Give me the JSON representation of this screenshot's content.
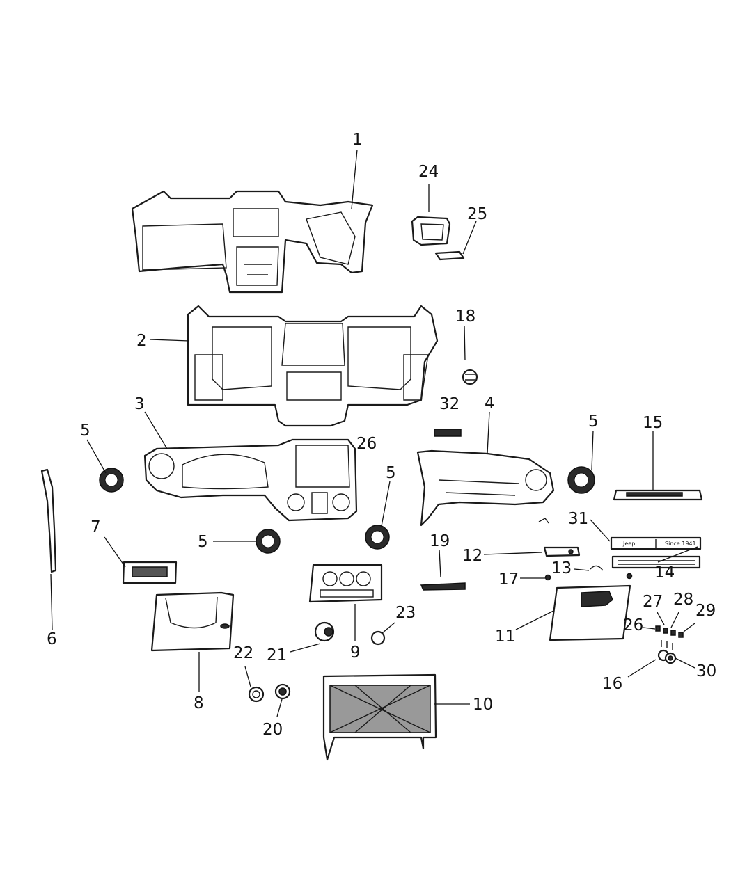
{
  "callouts": [
    {
      "id": "c1",
      "label": "1"
    },
    {
      "id": "c2",
      "label": "2"
    },
    {
      "id": "c3",
      "label": "3"
    },
    {
      "id": "c4",
      "label": "4"
    },
    {
      "id": "c5a",
      "label": "5"
    },
    {
      "id": "c5b",
      "label": "5"
    },
    {
      "id": "c5c",
      "label": "5"
    },
    {
      "id": "c5d",
      "label": "5"
    },
    {
      "id": "c6",
      "label": "6"
    },
    {
      "id": "c7",
      "label": "7"
    },
    {
      "id": "c8",
      "label": "8"
    },
    {
      "id": "c9",
      "label": "9"
    },
    {
      "id": "c10",
      "label": "10"
    },
    {
      "id": "c11",
      "label": "11"
    },
    {
      "id": "c12",
      "label": "12"
    },
    {
      "id": "c13",
      "label": "13"
    },
    {
      "id": "c14",
      "label": "14"
    },
    {
      "id": "c15",
      "label": "15"
    },
    {
      "id": "c16",
      "label": "16"
    },
    {
      "id": "c17",
      "label": "17"
    },
    {
      "id": "c18",
      "label": "18"
    },
    {
      "id": "c19",
      "label": "19"
    },
    {
      "id": "c20",
      "label": "20"
    },
    {
      "id": "c21",
      "label": "21"
    },
    {
      "id": "c22",
      "label": "22"
    },
    {
      "id": "c23",
      "label": "23"
    },
    {
      "id": "c24",
      "label": "24"
    },
    {
      "id": "c25",
      "label": "25"
    },
    {
      "id": "c26a",
      "label": "26"
    },
    {
      "id": "c26b",
      "label": "26"
    },
    {
      "id": "c27",
      "label": "27"
    },
    {
      "id": "c28",
      "label": "28"
    },
    {
      "id": "c29",
      "label": "29"
    },
    {
      "id": "c30",
      "label": "30"
    },
    {
      "id": "c31",
      "label": "31"
    },
    {
      "id": "c32",
      "label": "32"
    }
  ],
  "badge": {
    "left_text": "Jeep",
    "right_text": "Since 1941"
  },
  "colors": {
    "line": "#1a1a1a",
    "background": "#ffffff"
  }
}
